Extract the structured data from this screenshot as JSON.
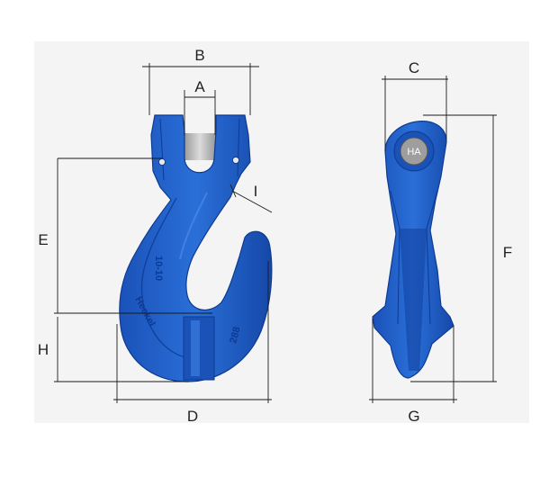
{
  "diagram": {
    "labels": {
      "a": "A",
      "b": "B",
      "c": "C",
      "d": "D",
      "e": "E",
      "f": "F",
      "g": "G",
      "h": "H",
      "i": "I"
    },
    "stamps": {
      "grade": "10-10",
      "brand": "Heckel",
      "size": "288",
      "logo": "HA"
    },
    "colors": {
      "hook_blue": "#1f5fc9",
      "hook_dark": "#0e3a92",
      "hook_light": "#3f86e6",
      "pin_gray": "#c4c4c4",
      "background": "#f4f4f4",
      "dimension_line": "#1a1a1a"
    }
  }
}
